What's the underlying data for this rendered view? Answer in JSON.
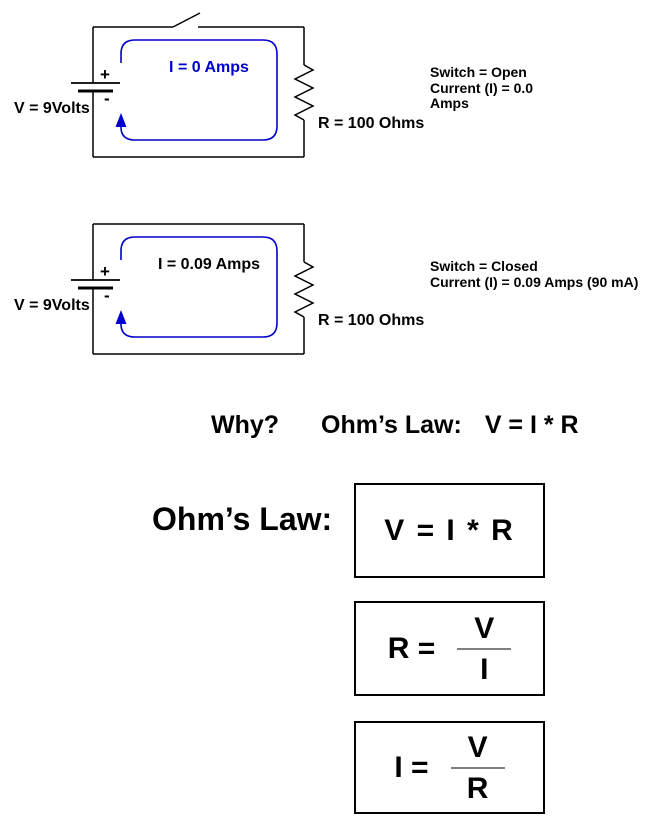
{
  "colors": {
    "blue": "#0000CC",
    "black": "#000000",
    "fraction_bar": "#808080"
  },
  "circuit_open": {
    "voltage_label": "V = 9Volts",
    "plus": "+",
    "minus": "-",
    "current_label": "I = 0 Amps",
    "resistor_label": "R = 100 Ohms",
    "notes": [
      "Switch = Open",
      "Current (I) = 0.0",
      "Amps"
    ]
  },
  "circuit_closed": {
    "voltage_label": "V = 9Volts",
    "plus": "+",
    "minus": "-",
    "current_label": "I = 0.09 Amps",
    "resistor_label": "R = 100 Ohms",
    "notes": [
      "Switch = Closed",
      "Current (I) = 0.09 Amps (90 mA)"
    ]
  },
  "heading": {
    "question": "Why?",
    "law": "Ohm’s Law:",
    "formula": "V = I * R"
  },
  "ohms_law_section": {
    "label": "Ohm’s Law:",
    "boxes": [
      {
        "type": "inline",
        "formula": "V = I * R"
      },
      {
        "type": "fraction",
        "lhs": "R =",
        "numerator": "V",
        "denominator": "I"
      },
      {
        "type": "fraction",
        "lhs": "I =",
        "numerator": "V",
        "denominator": "R"
      }
    ]
  }
}
